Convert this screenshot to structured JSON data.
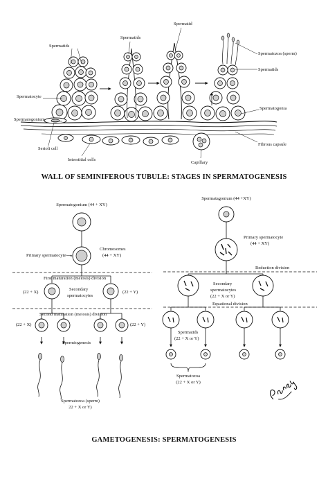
{
  "tubule": {
    "title": "WALL OF SEMINIFEROUS TUBULE: STAGES IN SPERMATOGENESIS",
    "labels": {
      "spermatid_top": "Spermatid",
      "spermatids_left": "Spermatids",
      "spermatids_mid": "Spermatids",
      "spermatozoa": "Spermatozoa (sperm)",
      "spermatids_right": "Spermatids",
      "spermatocyte": "Spermatocyte",
      "spermatogonium": "Spermatogonium",
      "spermatogonia": "Spermatogonia",
      "sertoli": "Sertoli cell",
      "interstitial": "Interstitial cells",
      "capillary": "Capillary",
      "fibrous": "Fibrous capsule"
    }
  },
  "gametogenesis": {
    "title": "GAMETOGENESIS: SPERMATOGENESIS",
    "left": {
      "spermatogonium": "Spermatogonium (44 + XY)",
      "primary": "Primary spermatocyte",
      "chromosomes": "Chromosomes",
      "chromosomes_count": "(44 + XY)",
      "first_division": "First maturation (meiosis) division",
      "x22": "(22 + X)",
      "y22": "(22 + Y)",
      "secondary": "Secondary",
      "secondary2": "spermatocytes",
      "second_division": "Second maturation (meiosis) division",
      "x22b": "(22 + X)",
      "y22b": "(22 + Y)",
      "spermiogenesis": "Spermiogenesis",
      "spermatozoa": "Spermatozoa (sperm)",
      "spermatozoa_count": "22 + X or Y)"
    },
    "right": {
      "spermatogonium": "Spermatagonium (44 +XY)",
      "primary": "Primary spermatocyte",
      "primary_count": "(44 + XY)",
      "reduction": "Reduction division",
      "secondary": "Secondary",
      "secondary2": "spermatocytes",
      "secondary_count": "(22 + X or Y)",
      "equational": "Equational division",
      "spermatids": "Spermatids",
      "spermatids_count": "(22 + X or Y)",
      "spermatozoa": "Spermatozoa",
      "spermatozoa_count": "(22 + X or Y)"
    },
    "signature": "Pansky"
  }
}
